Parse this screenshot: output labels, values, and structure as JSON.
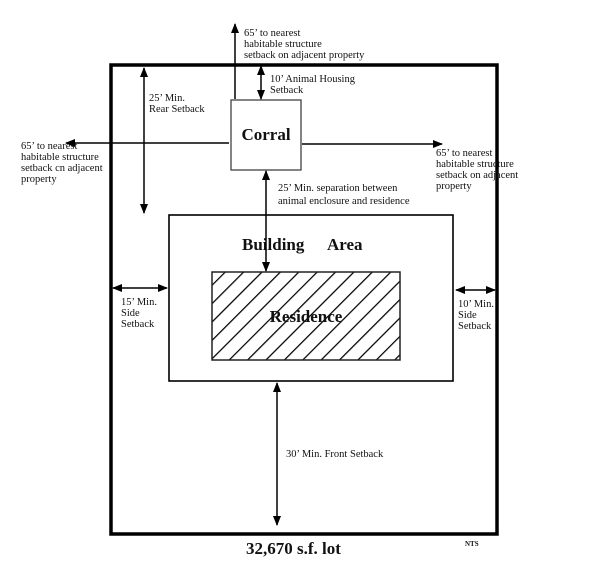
{
  "corral": {
    "label": "Corral"
  },
  "building_area": {
    "label_left": "Building",
    "label_right": "Area"
  },
  "residence": {
    "label": "Residence"
  },
  "setbacks": {
    "top_65": [
      "65’ to nearest",
      "habitable structure",
      "setback on adjacent property"
    ],
    "left_65": [
      "65’ to nearest",
      "habitable structure",
      "setback cn adjacent",
      "property"
    ],
    "right_65": [
      "65’ to nearest",
      "habitable structure",
      "setback on adjacent",
      "property"
    ],
    "animal_housing": [
      "10’ Animal Housing",
      "Setback"
    ],
    "rear": [
      "25’ Min.",
      "Rear Setback"
    ],
    "separation": [
      "25’  Min. separation between",
      " animal enclosure and residence"
    ],
    "side_left": [
      "15’ Min.",
      "Side",
      "Setback"
    ],
    "side_right": [
      "10’ Min.",
      "Side",
      "Setback"
    ],
    "front": "30’ Min. Front Setback"
  },
  "lot_label": "32,670 s.f. lot",
  "scale_note": "NTS"
}
